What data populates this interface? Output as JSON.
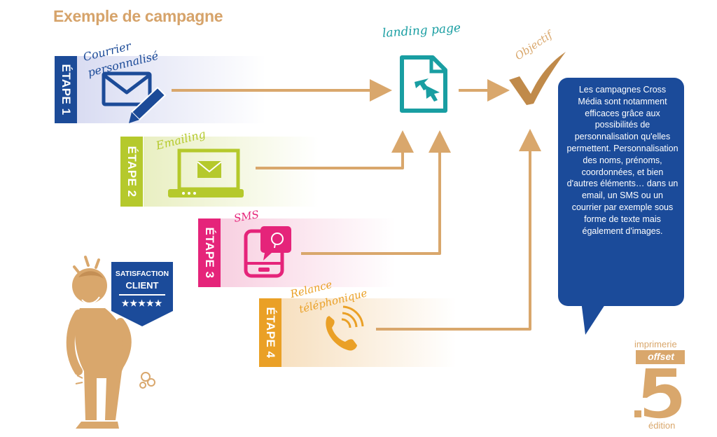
{
  "title": "Exemple de campagne",
  "steps": [
    {
      "tag": "ÉTAPE 1",
      "channel": "Courrier personnalisé",
      "channel_line1": "Courrier",
      "channel_line2": "personnalisé",
      "color": "#1c4b98"
    },
    {
      "tag": "ÉTAPE 2",
      "channel": "Emailing",
      "color": "#b5c92c"
    },
    {
      "tag": "ÉTAPE 3",
      "channel": "SMS",
      "color": "#e5247a"
    },
    {
      "tag": "ÉTAPE 4",
      "channel": "Relance téléphonique",
      "channel_line1": "Relance",
      "channel_line2": "téléphonique",
      "color": "#eaa026"
    }
  ],
  "landing_page": "landing page",
  "objective": "Objectif",
  "info_bubble": "Les campagnes Cross Média sont notamment efficaces grâce aux possibilités de personnalisation qu'elles permettent. Personnalisation des noms, prénoms, coordonnées, et bien d'autres éléments… dans un email, un SMS ou un courrier par exemple sous forme de texte mais également d'images.",
  "badge": {
    "line1": "SATISFACTION",
    "line2": "CLIENT",
    "stars": "★★★★★"
  },
  "logo": {
    "top": "imprimerie",
    "middle": "offset",
    "number": "5",
    "bottom": "édition"
  },
  "colors": {
    "arrow": "#d9a76c",
    "accent_title": "#d6a36a",
    "landing": "#199ea2",
    "bubble": "#1b4b9a",
    "character": "#d9a76c"
  }
}
